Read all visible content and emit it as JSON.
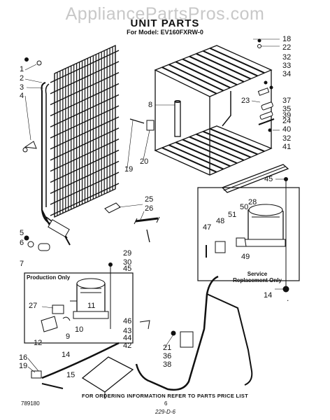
{
  "watermark": "AppliancePartsPros.com",
  "title": "UNIT PARTS",
  "model": "For Model: EV160FXRW-0",
  "boxes": {
    "production": "Production Only",
    "service": "Service Replacement Only"
  },
  "footer": "FOR ORDERING INFORMATION REFER TO PARTS PRICE LIST",
  "doc_number": "789180",
  "page_number": "6",
  "handwritten": "229-D-6",
  "callouts": [
    "1",
    "2",
    "3",
    "4",
    "5",
    "6",
    "7",
    "8",
    "9",
    "10",
    "11",
    "12",
    "14",
    "14",
    "15",
    "16",
    "18",
    "19",
    "19",
    "20",
    "21",
    "22",
    "23",
    "24",
    "25",
    "26",
    "27",
    "28",
    "29",
    "30",
    "32",
    "32",
    "33",
    "34",
    "35",
    "36",
    "37",
    "38",
    "39",
    "40",
    "41",
    "42",
    "43",
    "44",
    "45",
    "45",
    "46",
    "47",
    "48",
    "49",
    "50",
    "51"
  ]
}
